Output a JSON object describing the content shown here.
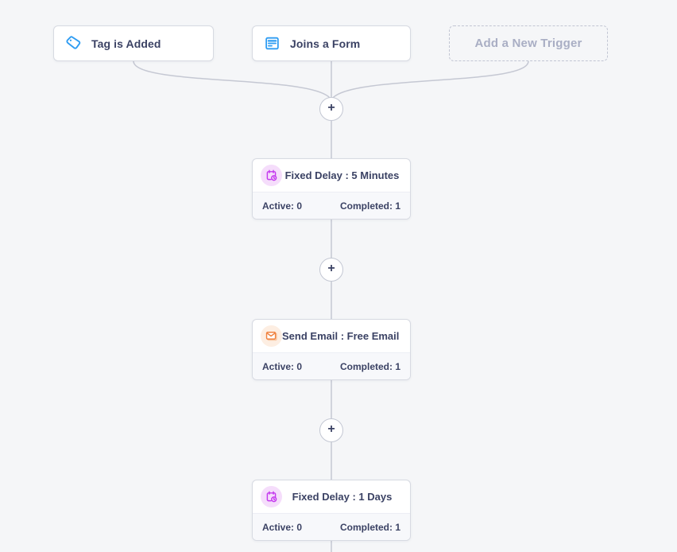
{
  "canvas": {
    "background": "#f5f6f8",
    "connector_color": "#c5c8d3"
  },
  "triggers": [
    {
      "label": "Tag is Added",
      "icon": "tag-icon",
      "accent": "#2e9cf2"
    },
    {
      "label": "Joins a Form",
      "icon": "form-icon",
      "accent": "#2e9cf2"
    },
    {
      "label": "Add a New Trigger",
      "icon": "none",
      "placeholder": true,
      "text_color": "#a9aec4"
    }
  ],
  "add_step": {
    "plus_label": "+"
  },
  "steps": [
    {
      "title": "Fixed Delay : 5 Minutes",
      "icon": "calendar-clock-icon",
      "accent": "#c438ee",
      "badge_bg": "#f5ddfb",
      "active": "Active: 0",
      "completed": "Completed: 1"
    },
    {
      "title": "Send Email : Free Email ...",
      "icon": "envelope-icon",
      "accent": "#f0813e",
      "badge_bg": "#fdeee2",
      "active": "Active: 0",
      "completed": "Completed: 1"
    },
    {
      "title": "Fixed Delay : 1 Days",
      "icon": "calendar-clock-icon",
      "accent": "#c438ee",
      "badge_bg": "#f5ddfb",
      "active": "Active: 0",
      "completed": "Completed: 1"
    }
  ],
  "colors": {
    "card_border": "#d7dae2",
    "title_text": "#3b4264",
    "stats_bg": "#f7f8fb",
    "blue_icon": "#2e9cf2",
    "purple_icon": "#c438ee",
    "orange_icon": "#f0813e"
  }
}
